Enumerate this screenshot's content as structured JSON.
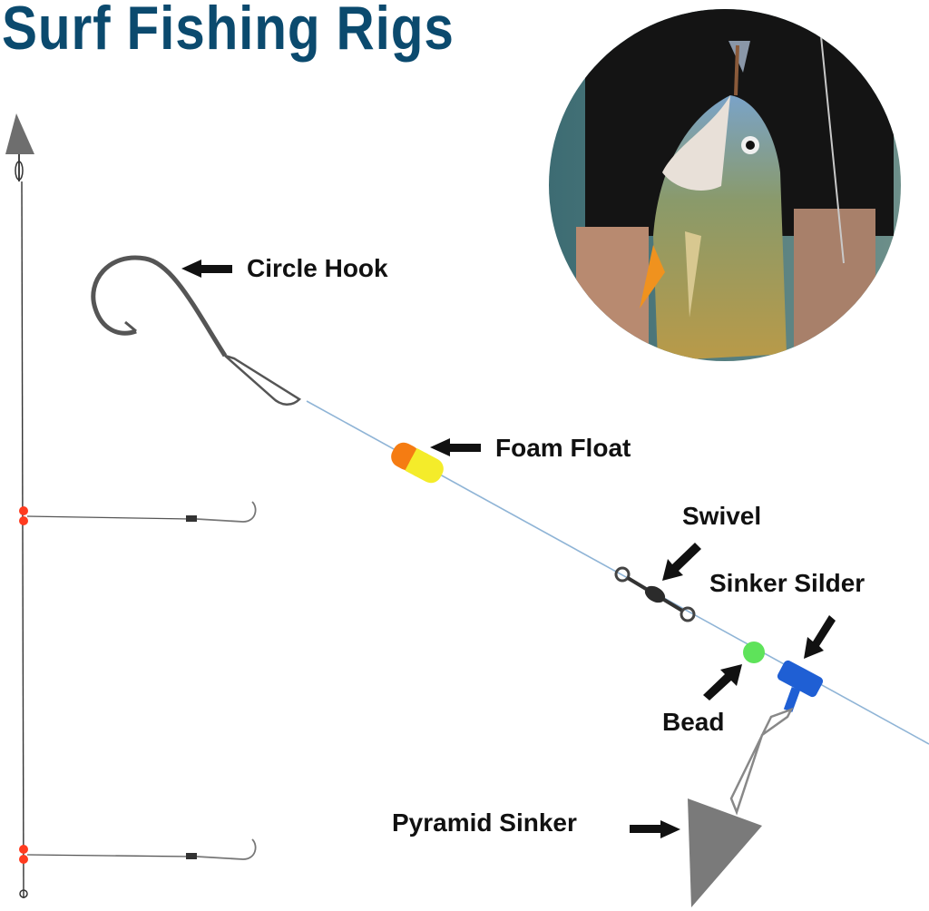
{
  "title": "Surf Fishing Rigs",
  "colors": {
    "title": "#0b4a6e",
    "line": "#8fb4d6",
    "float_orange": "#f57c12",
    "float_yellow": "#f4ec2a",
    "bead_green": "#5ee35a",
    "slider_blue": "#1f5fd4",
    "sinker_gray": "#7a7a7a",
    "dropper_bead_red": "#ff3b1f"
  },
  "labels": {
    "circle_hook": "Circle Hook",
    "foam_float": "Foam Float",
    "swivel": "Swivel",
    "sinker_slider": "Sinker Silder",
    "bead": "Bead",
    "pyramid_sinker": "Pyramid Sinker"
  },
  "components": [
    {
      "name": "Circle Hook",
      "icon": "hook-icon"
    },
    {
      "name": "Foam Float",
      "icon": "float-icon"
    },
    {
      "name": "Swivel",
      "icon": "swivel-icon"
    },
    {
      "name": "Sinker Silder",
      "icon": "slider-icon"
    },
    {
      "name": "Bead",
      "icon": "bead-icon"
    },
    {
      "name": "Pyramid Sinker",
      "icon": "sinker-icon"
    }
  ],
  "photo": {
    "subject": "fish hooked on surf rig"
  }
}
